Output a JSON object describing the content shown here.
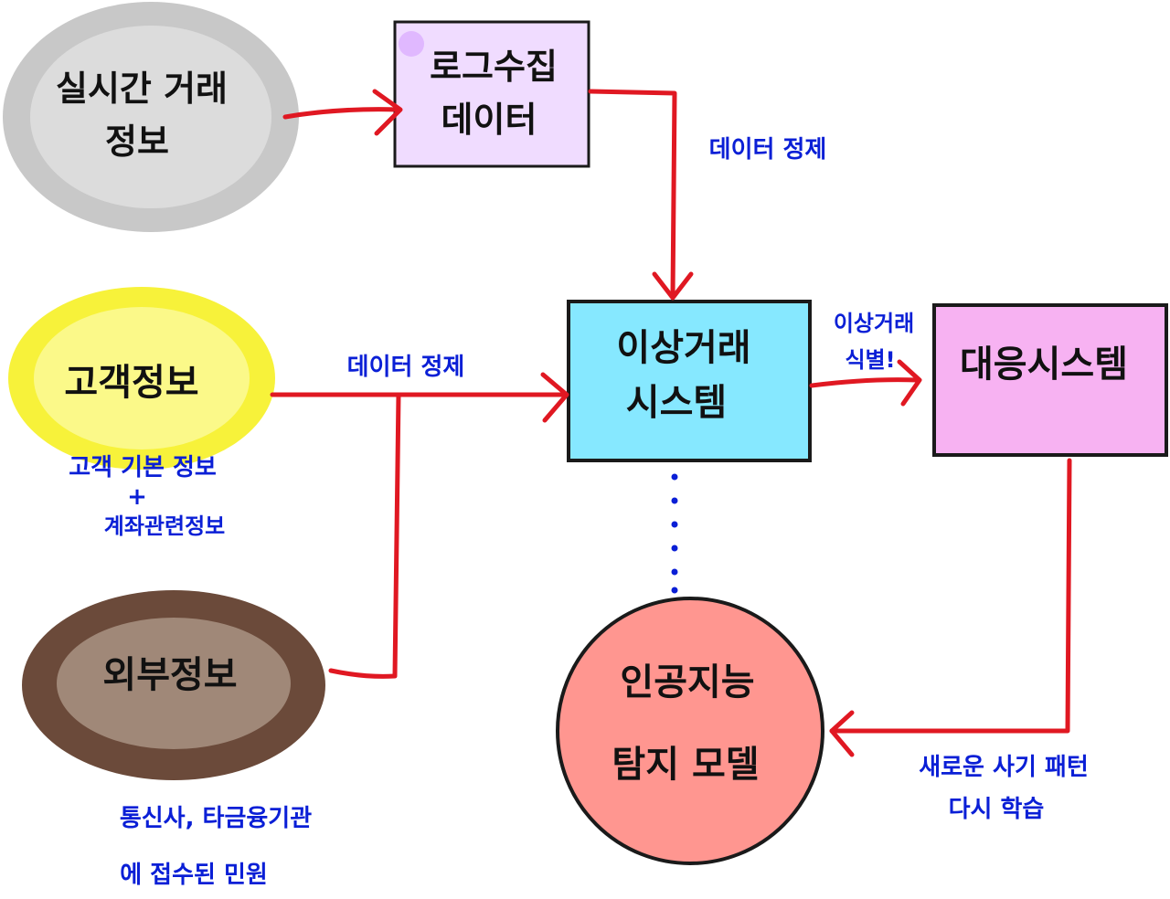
{
  "colors": {
    "arrow": "#e01822",
    "note_text": "#0a1fd6",
    "realtime_outer": "#c8c8c8",
    "realtime_inner": "#dcdcdc",
    "customer_outer": "#f7f23a",
    "customer_inner": "#fbf989",
    "external_outer": "#6b4a3a",
    "external_inner": "#a08878",
    "log_box": "#f0dcff",
    "fraud_box": "#86e8ff",
    "response_box": "#f7b2f2",
    "ai_circle": "#ff9690"
  },
  "nodes": {
    "realtime": {
      "line1": "실시간 거래",
      "line2": "정보"
    },
    "log": {
      "line1": "로그수집",
      "line2": "데이터"
    },
    "customer": {
      "label": "고객정보"
    },
    "external": {
      "label": "외부정보"
    },
    "fraud": {
      "line1": "이상거래",
      "line2": "시스템"
    },
    "response": {
      "label": "대응시스템"
    },
    "ai": {
      "line1": "인공지능",
      "line2": "탐지 모델"
    }
  },
  "notes": {
    "refine_top": "데이터 정제",
    "refine_mid": "데이터 정제",
    "detect_line1": "이상거래",
    "detect_line2": "식별!",
    "customer_line1": "고객 기본 정보",
    "customer_line2": "+",
    "customer_line3": "계좌관련정보",
    "external_line1": "통신사, 타금융기관",
    "external_line2": "에 접수된 민원",
    "relearn_line1": "새로운 사기 패턴",
    "relearn_line2": "다시 학습"
  }
}
